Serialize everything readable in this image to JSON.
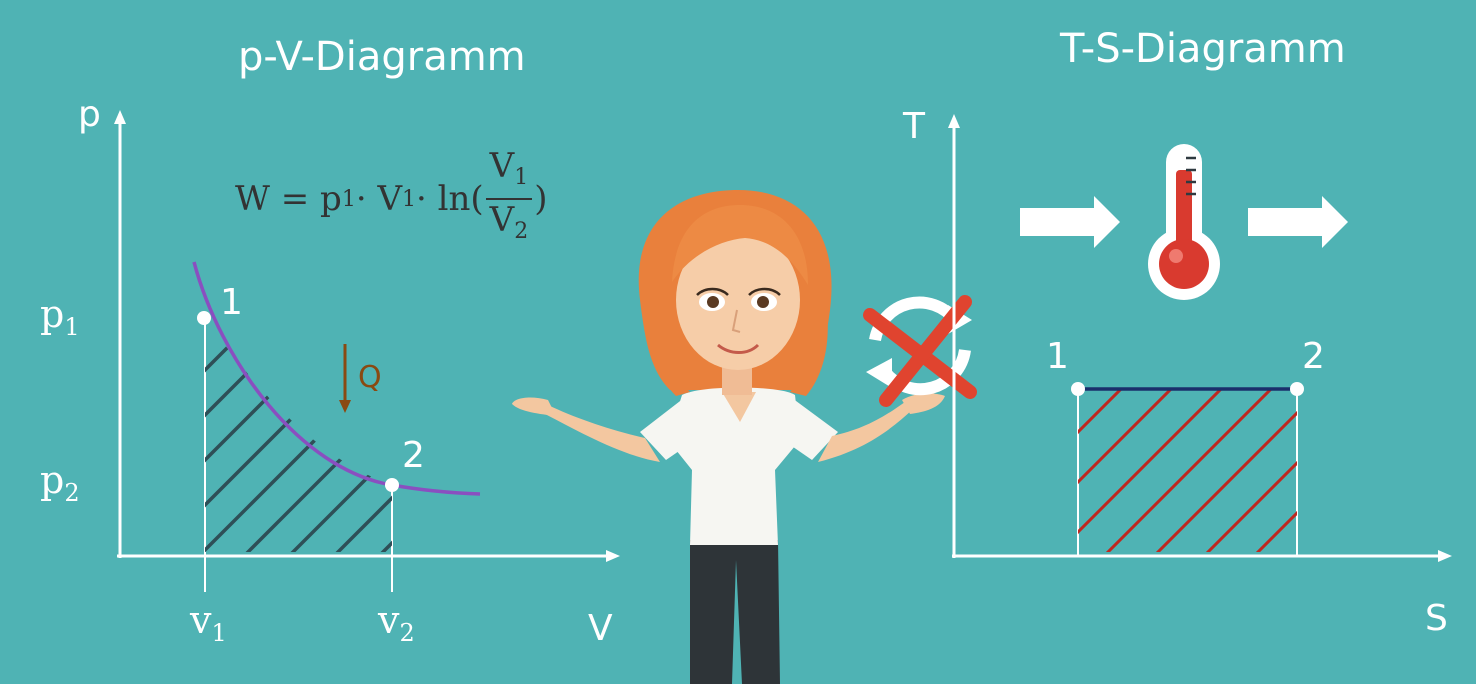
{
  "pv": {
    "title": "p-V-Diagramm",
    "y_axis": "p",
    "x_axis": "V",
    "p1": {
      "base": "p",
      "sub": "1"
    },
    "p2": {
      "base": "p",
      "sub": "2"
    },
    "v1": {
      "base": "v",
      "sub": "1"
    },
    "v2": {
      "base": "v",
      "sub": "2"
    },
    "point1": "1",
    "point2": "2",
    "heat_label": "Q",
    "formula": {
      "lhs": "W = p",
      "sub1": "1",
      "mid1": " · V",
      "sub2": "1",
      "mid2": " · ln(",
      "num": "V",
      "num_sub": "1",
      "den": "V",
      "den_sub": "2",
      "close": ")"
    }
  },
  "ts": {
    "title": "T-S-Diagramm",
    "y_axis": "T",
    "x_axis": "S",
    "point1": "1",
    "point2": "2"
  },
  "colors": {
    "background": "#4fb3b4",
    "curve": "#8a4fc0",
    "hatch_pv": "#2e4f57",
    "hatch_ts": "#c0271f",
    "isotherm": "#1a2f6b",
    "heat_arrow": "#8a4a12",
    "cross": "#e0442f",
    "thermometer_red": "#d93a2f",
    "hair": "#e9803c"
  }
}
